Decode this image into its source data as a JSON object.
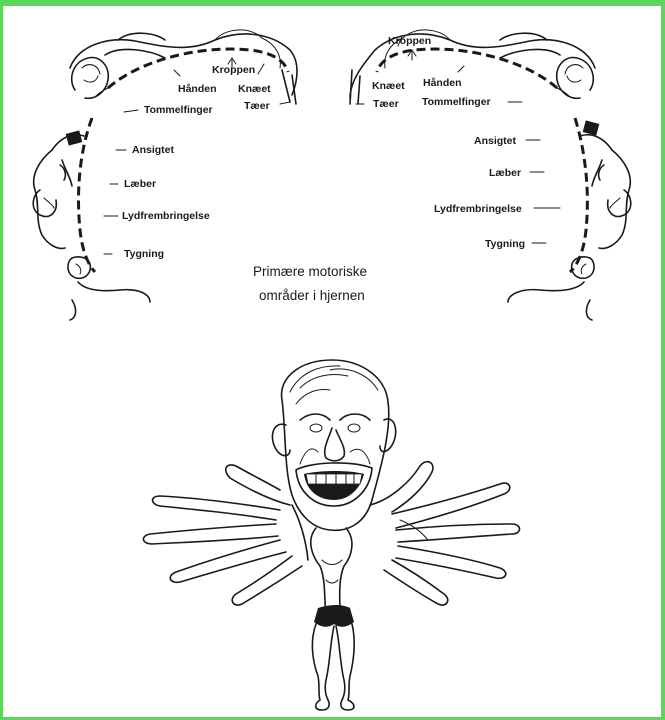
{
  "left_labels": {
    "kroppen": "Kroppen",
    "haanden": "Hånden",
    "knaeet": "Knæet",
    "taeer": "Tæer",
    "tommelfinger": "Tommelfinger",
    "ansigtet": "Ansigtet",
    "laeber": "Læber",
    "lydfrembringelse": "Lydfrembringelse",
    "tygning": "Tygning"
  },
  "right_labels": {
    "kroppen": "Kroppen",
    "knaeet": "Knæet",
    "haanden": "Hånden",
    "taeer": "Tæer",
    "tommelfinger": "Tommelfinger",
    "ansigtet": "Ansigtet",
    "laeber": "Læber",
    "lydfrembringelse": "Lydfrembringelse",
    "tygning": "Tygning"
  },
  "caption": {
    "line1": "Primære motoriske",
    "line2": "områder i hjernen"
  },
  "colors": {
    "border": "#5ad85a",
    "ink": "#1a1a1a",
    "background": "#ffffff"
  }
}
